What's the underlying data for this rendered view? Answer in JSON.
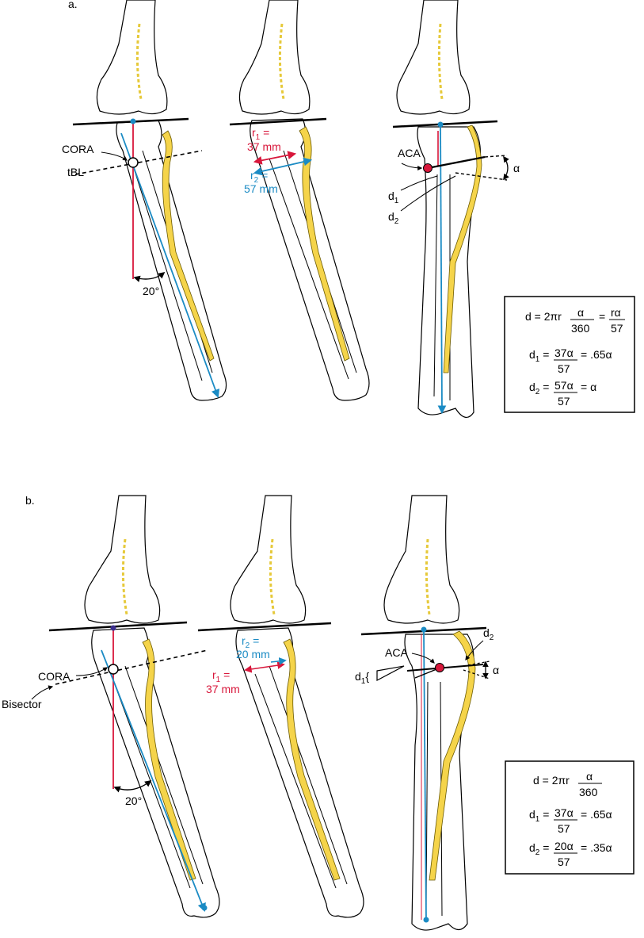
{
  "panel_a": {
    "letter": "a.",
    "cora": "CORA",
    "tbl": "tBL",
    "angle": "20°",
    "r1_line1": "r",
    "r1_sub": "1",
    "r1_line1b": " =",
    "r1_line2": "37 mm",
    "r2_line1": "r",
    "r2_sub": "2",
    "r2_line1b": " =",
    "r2_line2": "57 mm",
    "aca": "ACA",
    "alpha": "α",
    "d1": "d",
    "d1_sub": "1",
    "d2": "d",
    "d2_sub": "2",
    "formula": {
      "f1_lhs": "d = 2πr",
      "f1_num": "α",
      "f1_den": "360",
      "f1_eq": "=",
      "f1_num2": "rα",
      "f1_den2": "57",
      "f2_lhs": "d",
      "f2_sub": "1",
      "f2_eq": " =",
      "f2_num": "37α",
      "f2_den": "57",
      "f2_rhs": "= .65α",
      "f3_lhs": "d",
      "f3_sub": "2",
      "f3_eq": " =",
      "f3_num": "57α",
      "f3_den": "57",
      "f3_rhs": "= α"
    }
  },
  "panel_b": {
    "letter": "b.",
    "cora": "CORA",
    "bisector": "Bisector",
    "angle": "20°",
    "r2_line1": "r",
    "r2_sub": "2",
    "r2_line1b": " =",
    "r2_line2": "20 mm",
    "r1_line1": "r",
    "r1_sub": "1",
    "r1_line1b": " =",
    "r1_line2": "37 mm",
    "aca": "ACA",
    "alpha": "α",
    "d1": "d",
    "d1_sub": "1",
    "d1_brace": "{",
    "d2": "d",
    "d2_sub": "2",
    "formula": {
      "f1_lhs": "d = 2πr",
      "f1_num": "α",
      "f1_den": "360",
      "f2_lhs": "d",
      "f2_sub": "1",
      "f2_eq": " =",
      "f2_num": "37α",
      "f2_den": "57",
      "f2_rhs": "= .65α",
      "f3_lhs": "d",
      "f3_sub": "2",
      "f3_eq": " =",
      "f3_num": "20α",
      "f3_den": "57",
      "f3_rhs": "= .35α"
    }
  },
  "colors": {
    "red": "#d8173b",
    "blue": "#1b8bc4",
    "fibula": "#f5d44a"
  }
}
